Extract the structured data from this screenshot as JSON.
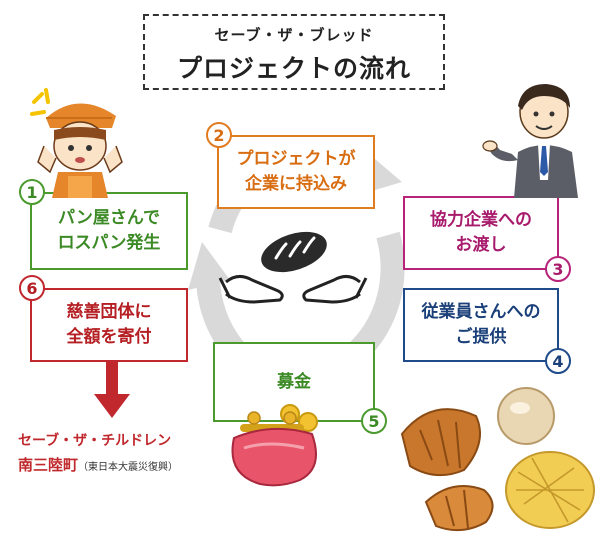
{
  "title": {
    "subtitle": "セーブ・ザ・ブレッド",
    "main": "プロジェクトの流れ"
  },
  "steps": [
    {
      "number": "1",
      "lines": [
        "パン屋さんで",
        "ロスパン発生"
      ],
      "color": "#4a9a2e"
    },
    {
      "number": "2",
      "lines": [
        "プロジェクトが",
        "企業に持込み"
      ],
      "color": "#e07b20"
    },
    {
      "number": "3",
      "lines": [
        "協力企業への",
        "お渡し"
      ],
      "color": "#b8237a"
    },
    {
      "number": "4",
      "lines": [
        "従業員さんへの",
        "ご提供"
      ],
      "color": "#1f4b8a"
    },
    {
      "number": "5",
      "lines": [
        "募金"
      ],
      "color": "#4a9a2e"
    },
    {
      "number": "6",
      "lines": [
        "慈善団体に",
        "全額を寄付"
      ],
      "color": "#c0282d"
    }
  ],
  "destination": {
    "name": "セーブ・ザ・チルドレン",
    "town": "南三陸町",
    "note": "（東日本大震災復興）",
    "color": "#c0282d"
  },
  "icons": [
    "worried-baker-illustration",
    "businessman-illustration",
    "bread-in-hands-icon",
    "coin-purse-icon",
    "bread-assortment-illustration",
    "cycle-arrows"
  ]
}
